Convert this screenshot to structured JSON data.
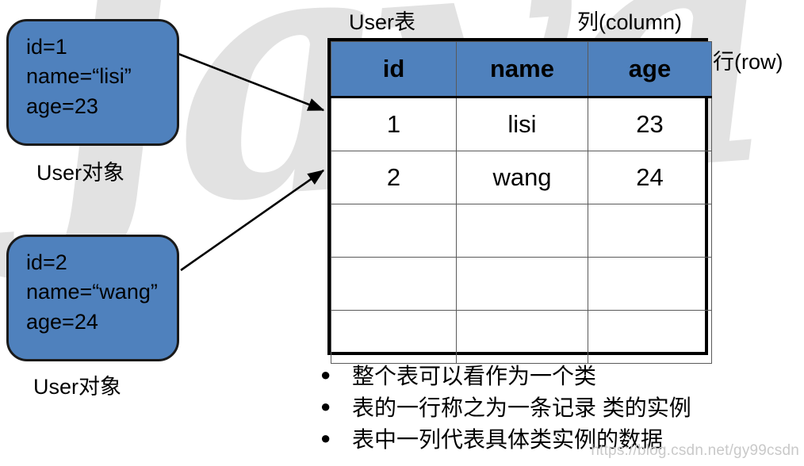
{
  "watermark": {
    "script_text": "Java",
    "corner_text": "https://blog.csdn.net/gy99csdn"
  },
  "objects": [
    {
      "id": "user-object-1",
      "lines": [
        "id=1",
        "name=“lisi”",
        "age=23"
      ],
      "caption": "User对象"
    },
    {
      "id": "user-object-2",
      "lines": [
        "id=2",
        "name=“wang”",
        "age=24"
      ],
      "caption": "User对象"
    }
  ],
  "labels": {
    "table_title": "User表",
    "column": "列(column)",
    "row": "行(row)"
  },
  "table": {
    "headers": [
      "id",
      "name",
      "age"
    ],
    "rows": [
      [
        "1",
        "lisi",
        "23"
      ],
      [
        "2",
        "wang",
        "24"
      ],
      [
        "",
        "",
        ""
      ],
      [
        "",
        "",
        ""
      ],
      [
        "",
        "",
        ""
      ]
    ]
  },
  "notes": {
    "bullet_glyph": "●",
    "items": [
      "整个表可以看作为一个类",
      "表的一行称之为一条记录  类的实例",
      "表中一列代表具体类实例的数据"
    ]
  },
  "colors": {
    "accent_blue": "#4f81bd",
    "outline": "#000000",
    "watermark_gray": "#e2e2e2"
  }
}
